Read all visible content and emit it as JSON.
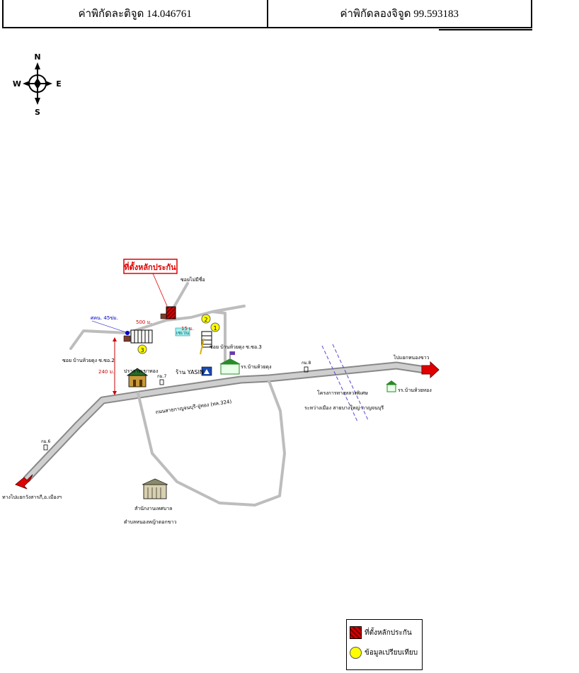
{
  "coordinates": {
    "latitude_label": "ค่าพิกัดละติจูด 14.046761",
    "longitude_label": "ค่าพิกัดลองจิจูด 99.593183"
  },
  "compass": {
    "north": "N",
    "south": "S",
    "east": "E",
    "west": "W"
  },
  "map": {
    "callout_title": "ที่ตั้งหลักประกัน",
    "labels": {
      "soi_mai_mi_chue": "ซอยไม่มีชื่อ",
      "asset_code": "ศคน. 45ข่ม.",
      "dist_500": "500 ม.",
      "dist_15": "15 ม.",
      "dist_240": "240 ม.",
      "soi_left": "ซอย บ้านห้วยดุง ซ.ซอ.2",
      "soi_right": "ซอย บ้านห้วยดุง ซ.ซอ.3",
      "green_tag": "เซเว่น",
      "temple": "ปราสาทเขาทอง",
      "shop": "ร้าน YASIN",
      "school": "รร.บ้านห้วยดุง",
      "road_main": "ถนนสายกาญจนบุรี-อู่ทอง (ทล.324)",
      "km7": "กม.7",
      "km8": "กม.8",
      "km6": "กม.6",
      "to_right": "ไปแยกหนองขาว",
      "project_line1": "โครงการทางหลวงพิเศษ",
      "project_line2": "ระหว่างเมือง สายบางใหญ่-กาญจนบุรี",
      "school_right": "รร.บ้านห้วยทอง",
      "to_left": "ทางไปแยกวังสารภี,อ.เมืองฯ",
      "office_line1": "สำนักงานเทศบาล",
      "office_line2": "ตำบลหนองหญ้าดอกขาว",
      "marker_1": "1",
      "marker_2": "2",
      "marker_3": "3"
    }
  },
  "legend": {
    "collateral_label": "ที่ตั้งหลักประกัน",
    "comparison_label": "ข้อมูลเปรียบเทียบ"
  },
  "colors": {
    "road": "#c8c8c8",
    "callout": "#e00000",
    "marker_yellow": "#ffff00",
    "arrow_red": "#e00000",
    "dashed_purple": "#5a4ad0"
  }
}
